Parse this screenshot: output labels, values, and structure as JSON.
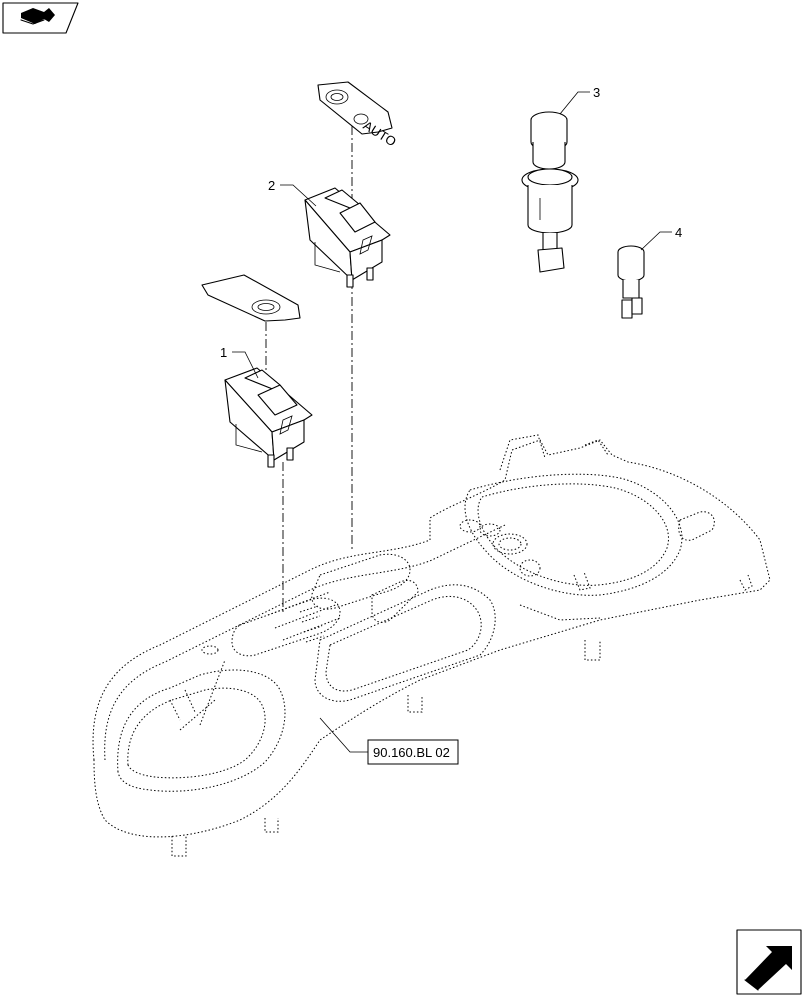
{
  "callouts": [
    {
      "id": "1",
      "label": "1"
    },
    {
      "id": "2",
      "label": "2"
    },
    {
      "id": "3",
      "label": "3"
    },
    {
      "id": "4",
      "label": "4"
    }
  ],
  "reference": {
    "label": "90.160.BL 02"
  },
  "decals": {
    "auto_text": "AUTO"
  },
  "icons": {
    "top_left": "book-arrow-icon",
    "bottom_right": "next-page-arrow-icon"
  }
}
